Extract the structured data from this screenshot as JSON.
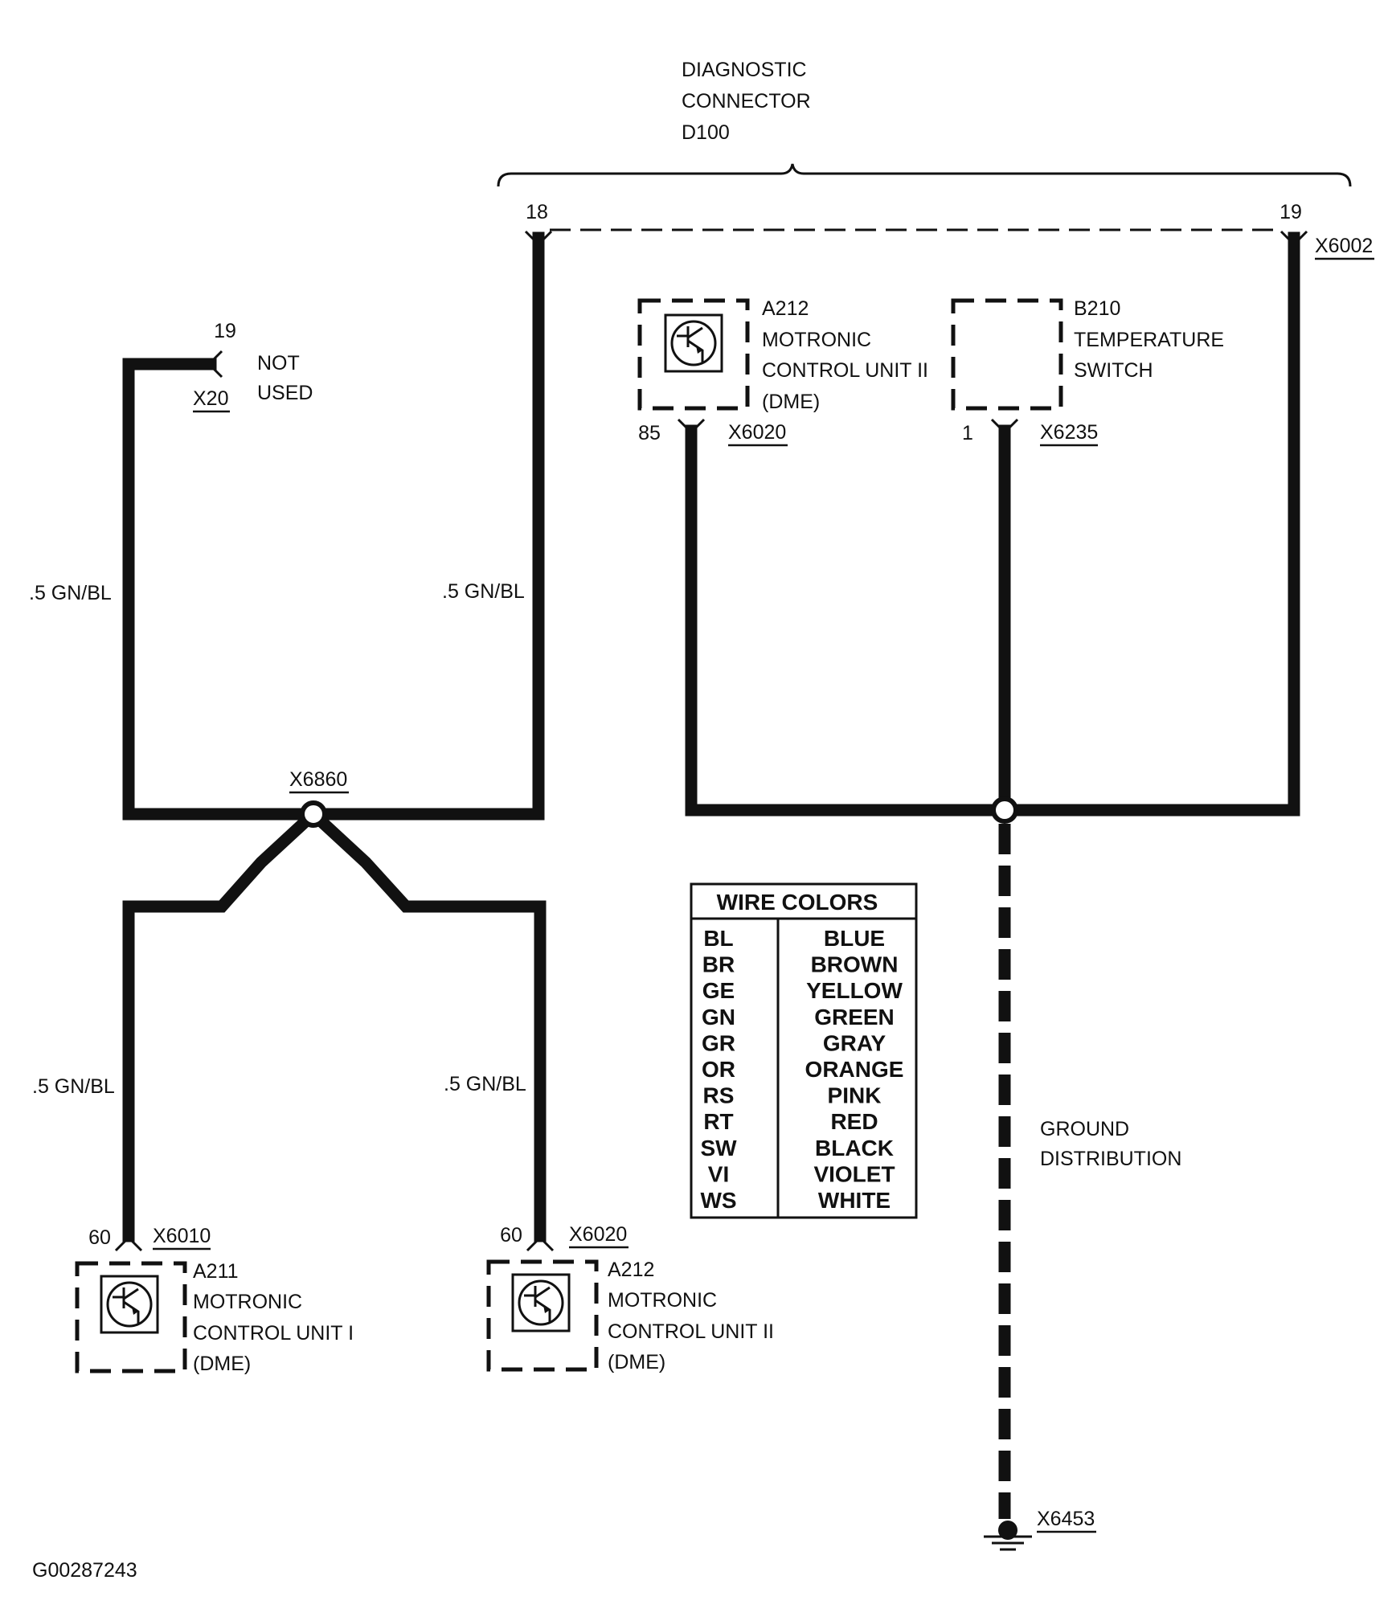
{
  "diagnostic_connector": {
    "line1": "DIAGNOSTIC",
    "line2": "CONNECTOR",
    "line3": "D100"
  },
  "pins": {
    "d18": "18",
    "d19": "19",
    "x20_pin": "19",
    "a212_top_pin": "85",
    "b210_pin": "1",
    "a211_pin": "60",
    "a212_bottom_pin": "60"
  },
  "connectors": {
    "x6002": "X6002",
    "x20": "X20",
    "x6020_top": "X6020",
    "x6235": "X6235",
    "x6860": "X6860",
    "x6010": "X6010",
    "x6020_bottom": "X6020",
    "x6453": "X6453"
  },
  "not_used": {
    "line1": "NOT",
    "line2": "USED"
  },
  "wire_labels": {
    "upper_left": ".5 GN/BL",
    "upper_mid": ".5 GN/BL",
    "lower_left": ".5 GN/BL",
    "lower_mid": ".5 GN/BL"
  },
  "components": {
    "a212_top": {
      "line1": "A212",
      "line2": "MOTRONIC",
      "line3": "CONTROL UNIT II",
      "line4": "(DME)"
    },
    "b210": {
      "line1": "B210",
      "line2": "TEMPERATURE",
      "line3": "SWITCH"
    },
    "a211": {
      "line1": "A211",
      "line2": "MOTRONIC",
      "line3": "CONTROL UNIT I",
      "line4": "(DME)"
    },
    "a212_bottom": {
      "line1": "A212",
      "line2": "MOTRONIC",
      "line3": "CONTROL UNIT II",
      "line4": "(DME)"
    }
  },
  "ground_distribution": {
    "line1": "GROUND",
    "line2": "DISTRIBUTION"
  },
  "wire_colors_legend": {
    "title": "WIRE COLORS",
    "rows": [
      {
        "code": "BL",
        "name": "BLUE"
      },
      {
        "code": "BR",
        "name": "BROWN"
      },
      {
        "code": "GE",
        "name": "YELLOW"
      },
      {
        "code": "GN",
        "name": "GREEN"
      },
      {
        "code": "GR",
        "name": "GRAY"
      },
      {
        "code": "OR",
        "name": "ORANGE"
      },
      {
        "code": "RS",
        "name": "PINK"
      },
      {
        "code": "RT",
        "name": "RED"
      },
      {
        "code": "SW",
        "name": "BLACK"
      },
      {
        "code": "VI",
        "name": "VIOLET"
      },
      {
        "code": "WS",
        "name": "WHITE"
      }
    ]
  },
  "figure_id": "G00287243"
}
